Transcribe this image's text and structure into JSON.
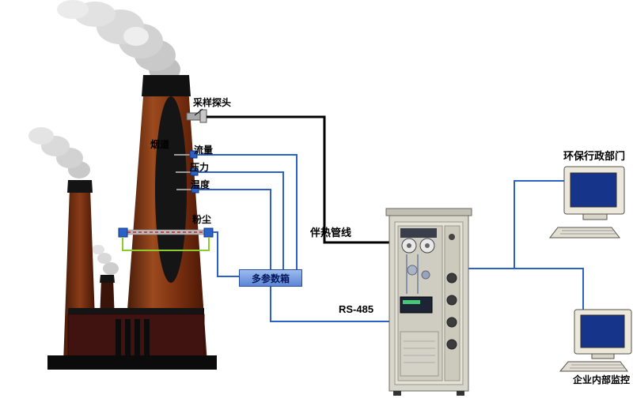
{
  "diagram": {
    "title": "CEMS flue-gas monitoring system diagram",
    "labels": {
      "sampling_probe": "采样探头",
      "flue": "烟道",
      "flow": "流量",
      "pressure": "压力",
      "temperature": "温度",
      "dust": "粉尘",
      "multi_param_box": "多参数箱",
      "heat_traced_line": "伴热管线",
      "rs485": "RS-485",
      "env_authority": "环保行政部门",
      "enterprise_monitor": "企业内部监控"
    },
    "colors": {
      "signal_line_blue": "#2b62c8",
      "heat_line_black": "#000000",
      "dust_path_green": "#8ccc2a",
      "dust_beam_red": "#cc2222",
      "multi_param_box_fill": "#5c85d6",
      "chimney_brown": "#8a3c18",
      "smoke_gray": "#c9c9c9",
      "cabinet_beige": "#d8d6ca",
      "monitor_screen_blue": "#16348a"
    }
  }
}
